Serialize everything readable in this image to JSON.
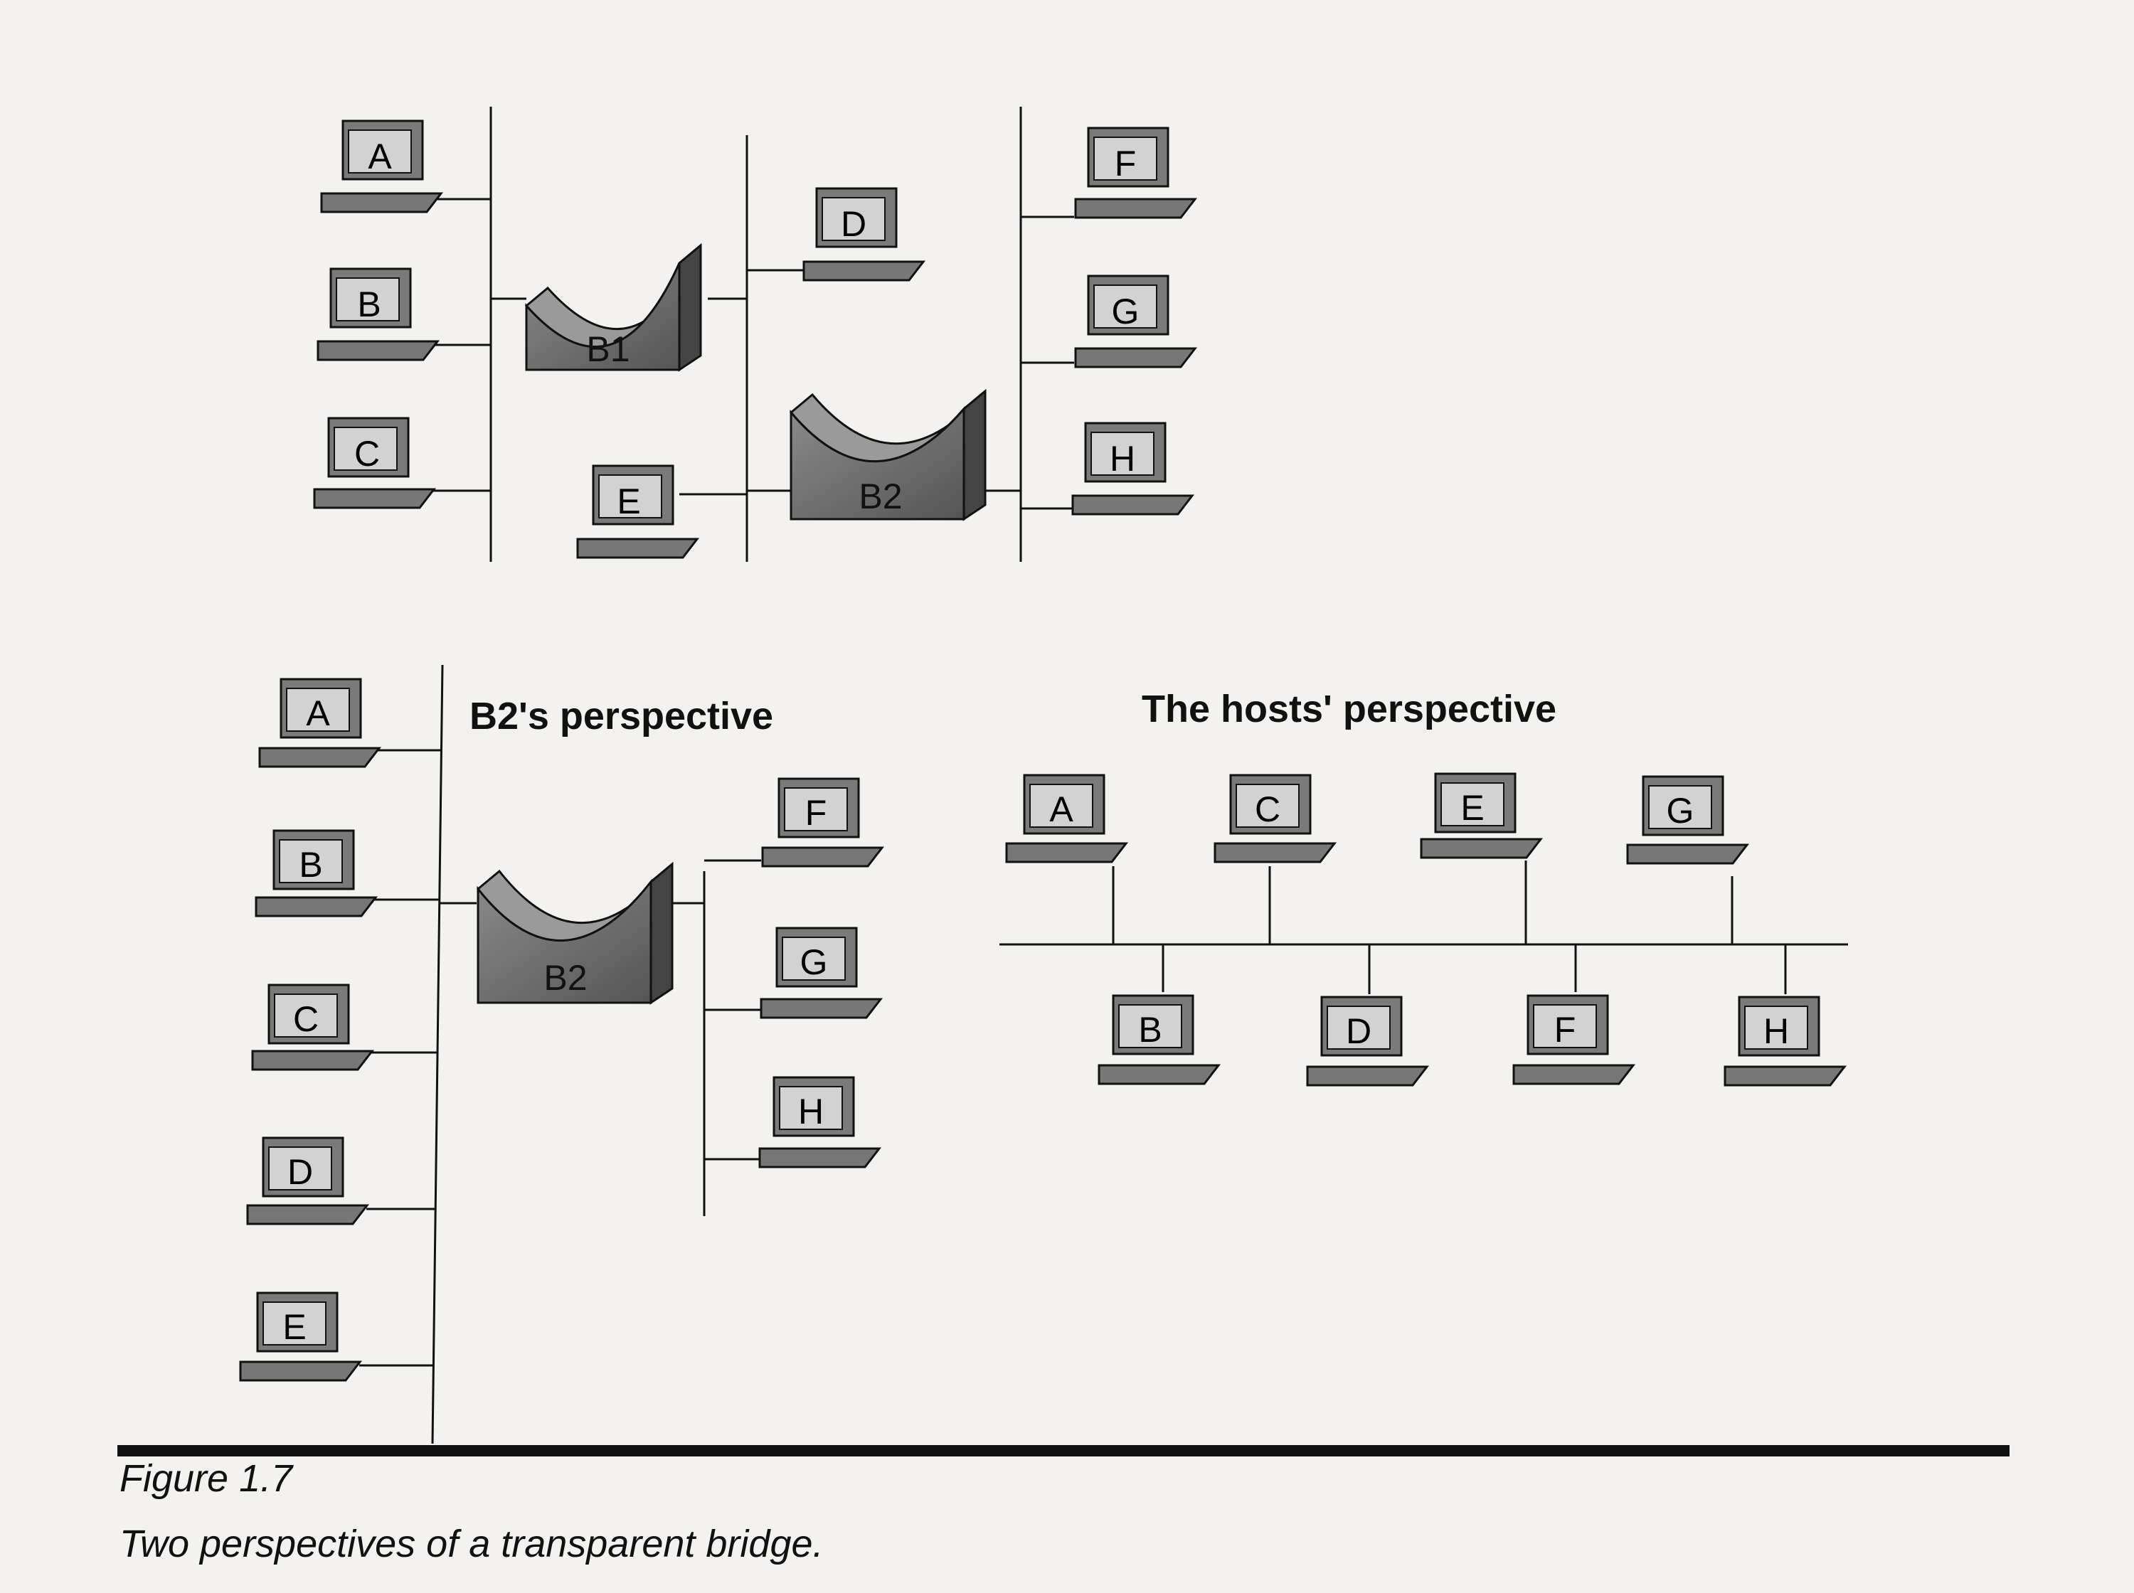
{
  "top_network": {
    "hosts": [
      "A",
      "B",
      "C",
      "D",
      "E",
      "F",
      "G",
      "H"
    ],
    "bridges": [
      "B1",
      "B2"
    ]
  },
  "b2_perspective": {
    "title": "B2's perspective",
    "left_hosts": [
      "A",
      "B",
      "C",
      "D",
      "E"
    ],
    "right_hosts": [
      "F",
      "G",
      "H"
    ],
    "bridge": "B2"
  },
  "hosts_perspective": {
    "title": "The hosts' perspective",
    "top_row": [
      "A",
      "C",
      "E",
      "G"
    ],
    "bottom_row": [
      "B",
      "D",
      "F",
      "H"
    ]
  },
  "caption": {
    "figure_number": "Figure 1.7",
    "text": "Two perspectives of a transparent bridge."
  },
  "colors": {
    "page": "#f3f2ee",
    "ink": "#111111",
    "bridge_fill": "#6e6e6e",
    "monitor_screen": "#d2d2d2"
  }
}
